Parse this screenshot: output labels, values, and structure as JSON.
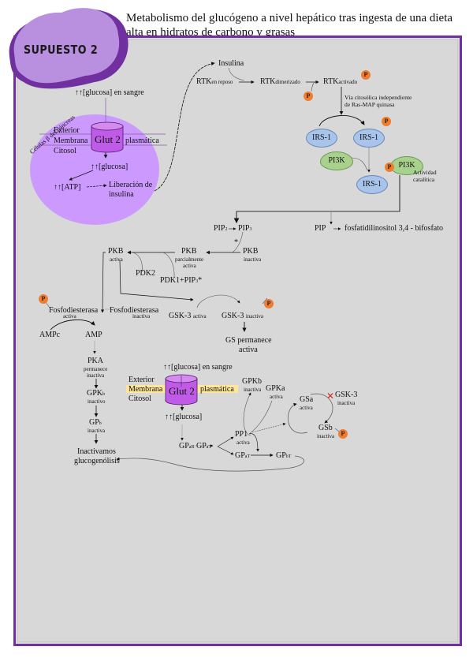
{
  "title": "Metabolismo del glucógeno a nivel hepático tras ingesta de una dieta alta en hidratos de carbono y grasas",
  "badge": "SUPUESTO 2",
  "colors": {
    "frame": "#7030a0",
    "badge_light": "#b98fe0",
    "badge_dark": "#7030a0",
    "cell": "#cc99ff",
    "glut2": "#c05be8",
    "phosphate": "#ed7d31",
    "irs1": "#a9c4eb",
    "pi3k": "#a9d18e",
    "membrane_highlight": "#ffe699",
    "inhibition_mark": "#e02020"
  },
  "beta_cell": {
    "label": "Células β del páncreas",
    "blood_glucose": "↑↑[glucosa]  en sangre",
    "exterior": "Exterior",
    "membrana": "Membrana",
    "plasmatica": "plasmática",
    "citosol": "Citosol",
    "transporter": "Glut 2",
    "cyto_glucose": "↑↑[glucosa]",
    "atp": "↑↑[ATP]",
    "release_1": "Liberación  de",
    "release_2": "insulina"
  },
  "insulin_pathway": {
    "insulina": "Insulina",
    "rtk_rest": "RTK",
    "rtk_rest_sub": "en reposo",
    "rtk_dimer": "RTK",
    "rtk_dimer_sub": "dimerizado",
    "rtk_active": "RTK",
    "rtk_active_sub": "activado",
    "via_1": "Vía  citosólica  independiente",
    "via_2": "de Ras-MAP  quinasa",
    "irs1": "IRS-1",
    "pi3k": "PI3K",
    "catalytic_1": "Actividad",
    "catalytic_2": "catalítica",
    "phosphate": "P"
  },
  "pip": {
    "pip2": "PIP",
    "pip2_sub": "2",
    "pip3": "PIP",
    "pip3_sub": "3",
    "pip": "PIP",
    "pip_product": "fosfatidilinositol  3,4 - bifosfato",
    "star": "*"
  },
  "pkb": {
    "active": "PKB",
    "active_sub": "activa",
    "partial": "PKB",
    "partial_sub_1": "parcialmente",
    "partial_sub_2": "activa",
    "inactive": "PKB",
    "inactive_sub": "inactiva",
    "pdk2": "PDK2",
    "pdk1": "PDK1+PIP",
    "pdk1_sub": "3",
    "pdk1_star": "*"
  },
  "pde": {
    "active": "Fosfodiesterasa",
    "active_sub": "activa",
    "inactive": "Fosfodiesterasa",
    "inactive_sub": "inactiva",
    "ampc": "AMPc",
    "amp": "AMP",
    "pka": "PKA",
    "pka_sub_1": "permanece",
    "pka_sub_2": "inactiva",
    "gpk": "GPK",
    "gpk_sub": "b",
    "gpk_state": "inactivo",
    "gp": "GP",
    "gp_sub": "b",
    "gp_state": "inactiva",
    "result_1": "Inactivamos",
    "result_2": "glucogenólisis"
  },
  "gsk": {
    "active": "GSK-3",
    "active_sub": "activa",
    "inactive": "GSK-3",
    "inactive_sub": "inactiva",
    "gs_1": "GS permanece",
    "gs_2": "activa"
  },
  "hepatocyte": {
    "blood_glucose": "↑↑[glucosa]  en sangre",
    "exterior": "Exterior",
    "membrana": "Membrana",
    "plasmatica": "plasmática",
    "citosol": "Citosol",
    "transporter": "Glut 2",
    "cyto_glucose": "↑↑[glucosa]",
    "gpar": "GP",
    "gpar_sub": "aR",
    "gpat": "GP",
    "gpat_sub": "aT",
    "pp1": "PP1",
    "pp1_sub": "activa",
    "gpat2": "GP",
    "gpat2_sub": "aT",
    "gpbt": "GP",
    "gpbt_sub": "bT",
    "gpkb": "GPKb",
    "gpkb_sub": "inactiva",
    "gpka": "GPKa",
    "gpka_sub": "activa",
    "gsa": "GSa",
    "gsa_sub": "activa",
    "gsb": "GSb",
    "gsb_sub": "inactiva",
    "gsk3": "GSK-3",
    "gsk3_sub": "inactiva",
    "inhibit_mark": "✕"
  }
}
